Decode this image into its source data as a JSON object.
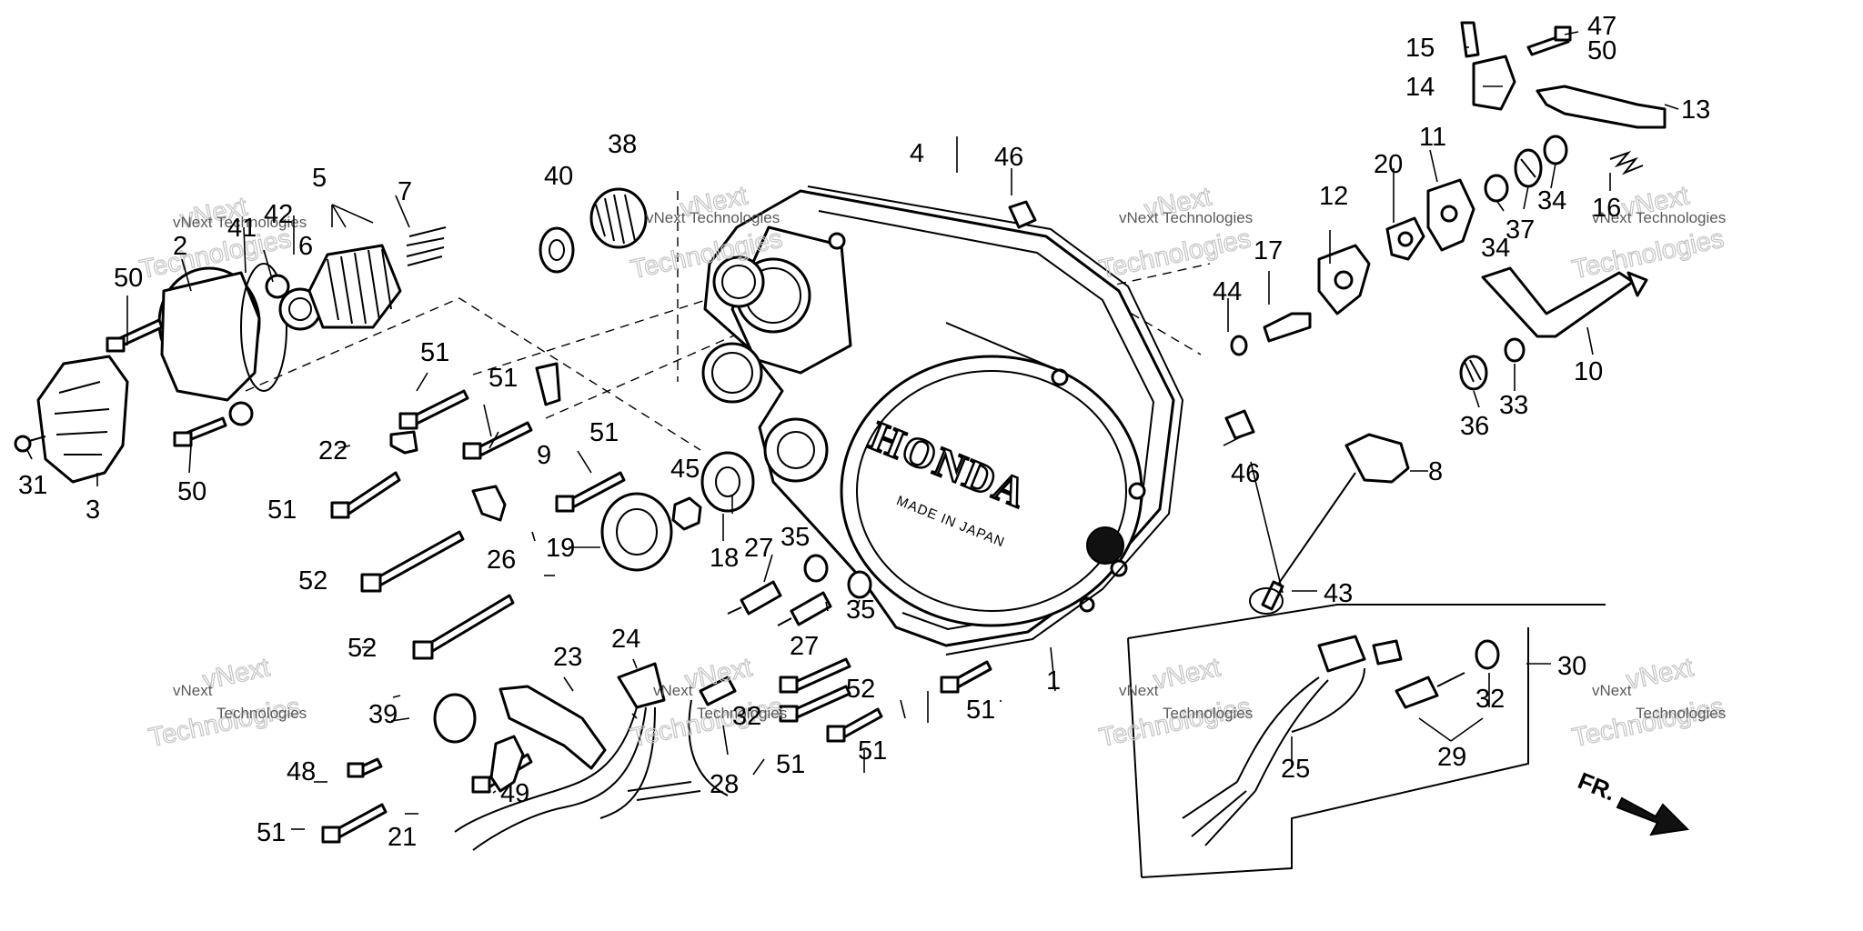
{
  "brand": {
    "logo_text": "HONDA",
    "made_in": "MADE IN JAPAN"
  },
  "direction_label": "FR.",
  "watermark": {
    "line1": "vNext",
    "line2": "Technologies"
  },
  "callouts": [
    {
      "id": "c1",
      "label": "1"
    },
    {
      "id": "c2",
      "label": "2"
    },
    {
      "id": "c3",
      "label": "3"
    },
    {
      "id": "c4",
      "label": "4"
    },
    {
      "id": "c5",
      "label": "5"
    },
    {
      "id": "c6",
      "label": "6"
    },
    {
      "id": "c7",
      "label": "7"
    },
    {
      "id": "c8",
      "label": "8"
    },
    {
      "id": "c9",
      "label": "9"
    },
    {
      "id": "c10",
      "label": "10"
    },
    {
      "id": "c11",
      "label": "11"
    },
    {
      "id": "c12",
      "label": "12"
    },
    {
      "id": "c13",
      "label": "13"
    },
    {
      "id": "c14",
      "label": "14"
    },
    {
      "id": "c15",
      "label": "15"
    },
    {
      "id": "c16",
      "label": "16"
    },
    {
      "id": "c17",
      "label": "17"
    },
    {
      "id": "c18",
      "label": "18"
    },
    {
      "id": "c19",
      "label": "19"
    },
    {
      "id": "c20",
      "label": "20"
    },
    {
      "id": "c21",
      "label": "21"
    },
    {
      "id": "c22",
      "label": "22"
    },
    {
      "id": "c23",
      "label": "23"
    },
    {
      "id": "c24",
      "label": "24"
    },
    {
      "id": "c25",
      "label": "25"
    },
    {
      "id": "c26",
      "label": "26"
    },
    {
      "id": "c27a",
      "label": "27"
    },
    {
      "id": "c27b",
      "label": "27"
    },
    {
      "id": "c28",
      "label": "28"
    },
    {
      "id": "c29",
      "label": "29"
    },
    {
      "id": "c30",
      "label": "30"
    },
    {
      "id": "c31",
      "label": "31"
    },
    {
      "id": "c32a",
      "label": "32"
    },
    {
      "id": "c32b",
      "label": "32"
    },
    {
      "id": "c33",
      "label": "33"
    },
    {
      "id": "c34a",
      "label": "34"
    },
    {
      "id": "c34b",
      "label": "34"
    },
    {
      "id": "c35a",
      "label": "35"
    },
    {
      "id": "c35b",
      "label": "35"
    },
    {
      "id": "c36",
      "label": "36"
    },
    {
      "id": "c37",
      "label": "37"
    },
    {
      "id": "c38",
      "label": "38"
    },
    {
      "id": "c39",
      "label": "39"
    },
    {
      "id": "c40",
      "label": "40"
    },
    {
      "id": "c41",
      "label": "41"
    },
    {
      "id": "c42",
      "label": "42"
    },
    {
      "id": "c43",
      "label": "43"
    },
    {
      "id": "c44",
      "label": "44"
    },
    {
      "id": "c45",
      "label": "45"
    },
    {
      "id": "c46a",
      "label": "46"
    },
    {
      "id": "c46b",
      "label": "46"
    },
    {
      "id": "c47",
      "label": "47"
    },
    {
      "id": "c48",
      "label": "48"
    },
    {
      "id": "c49",
      "label": "49"
    },
    {
      "id": "c50a",
      "label": "50"
    },
    {
      "id": "c50b",
      "label": "50"
    },
    {
      "id": "c50c",
      "label": "50"
    },
    {
      "id": "c51a",
      "label": "51"
    },
    {
      "id": "c51b",
      "label": "51"
    },
    {
      "id": "c51c",
      "label": "51"
    },
    {
      "id": "c51d",
      "label": "51"
    },
    {
      "id": "c51e",
      "label": "51"
    },
    {
      "id": "c51f",
      "label": "51"
    },
    {
      "id": "c51g",
      "label": "51"
    },
    {
      "id": "c51h",
      "label": "51"
    },
    {
      "id": "c52a",
      "label": "52"
    },
    {
      "id": "c52b",
      "label": "52"
    },
    {
      "id": "c52c",
      "label": "52"
    }
  ]
}
